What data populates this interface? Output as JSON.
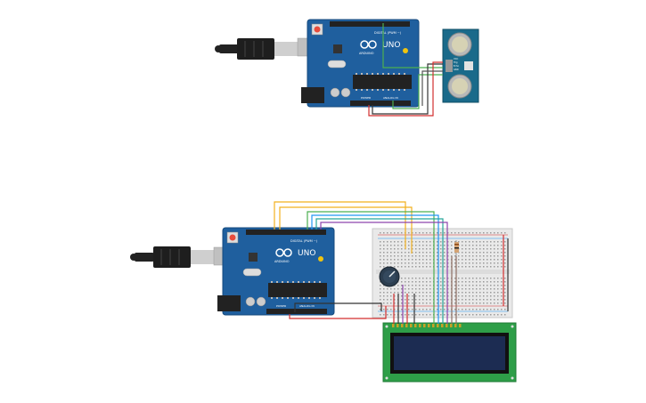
{
  "circuit_top": {
    "board": {
      "brand": "ARDUINO",
      "model": "UNO",
      "digital_label": "DIGITAL (PWM ~)",
      "power_label": "POWER",
      "analog_label": "ANALOG IN"
    },
    "sensor": {
      "pin_labels": [
        "VCC",
        "Trig",
        "Echo",
        "GND"
      ]
    }
  },
  "circuit_bottom": {
    "board": {
      "brand": "ARDUINO",
      "model": "UNO",
      "digital_label": "DIGITAL (PWM ~)",
      "power_label": "POWER",
      "analog_label": "ANALOG IN"
    }
  },
  "colors": {
    "arduino_blue": "#1f5f9e",
    "arduino_dark": "#154a7d",
    "lcd_green": "#2e9e48",
    "lcd_screen": "#1c2c52",
    "breadboard": "#e9e9e9",
    "wire_red": "#d32f2f",
    "wire_black": "#333333",
    "wire_green": "#4caf50",
    "wire_yellow": "#f2b01e",
    "wire_blue": "#2196f3",
    "wire_purple": "#8e44ad",
    "wire_teal": "#26a69a",
    "wire_brown": "#8d6e63",
    "usb_gray": "#cfcfcf"
  }
}
